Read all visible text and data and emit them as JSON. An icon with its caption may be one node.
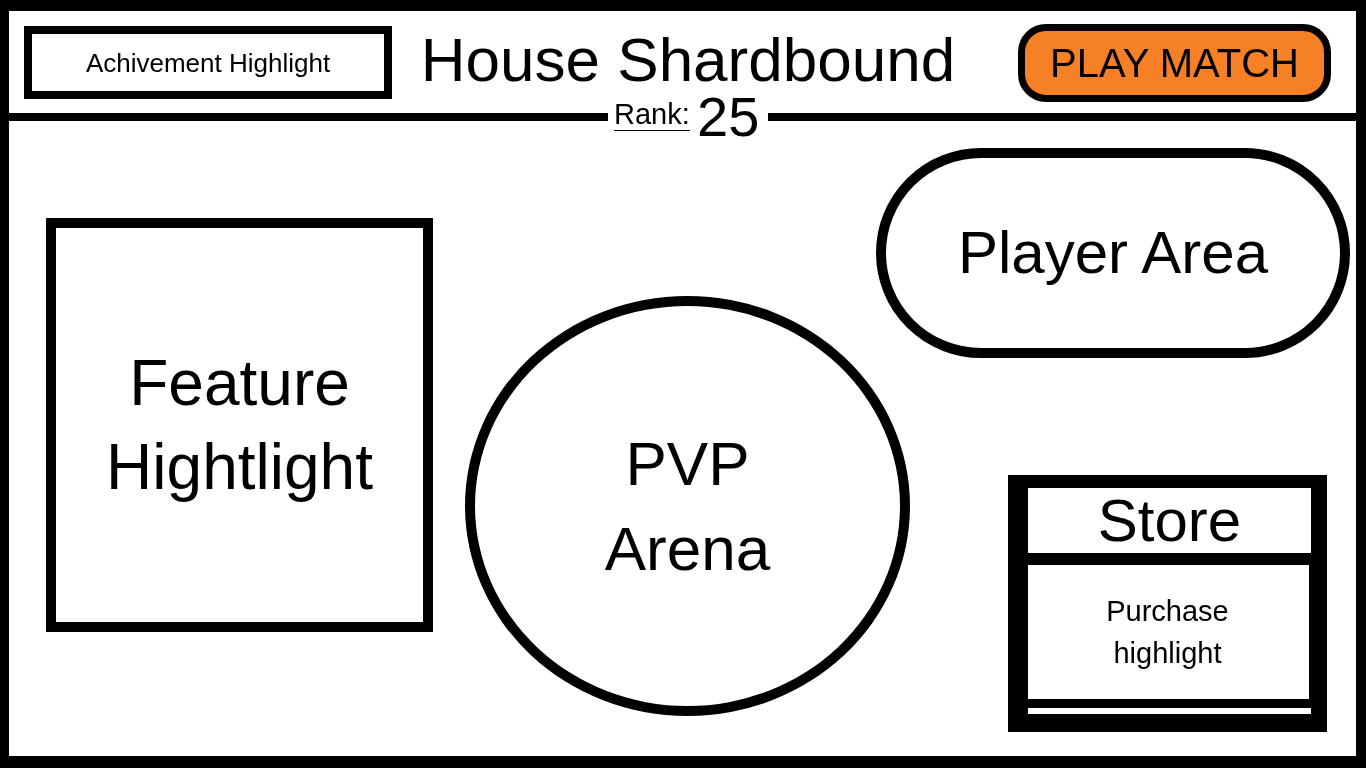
{
  "diagram": {
    "title": "House Shardbound",
    "nodes": [
      {
        "text": [
          "Achivement Highlight"
        ]
      },
      {
        "text": [
          "PLAY MATCH"
        ]
      },
      {
        "text": [
          "Feature Hightlight"
        ]
      },
      {
        "text": [
          "PVP Arena"
        ]
      },
      {
        "text": [
          "Player Area"
        ]
      },
      {
        "text": [
          "Store"
        ]
      },
      {
        "text": [
          "Purchase highlight"
        ],
        "in": 5
      }
    ],
    "labels": [
      "Rank:",
      "25"
    ]
  }
}
